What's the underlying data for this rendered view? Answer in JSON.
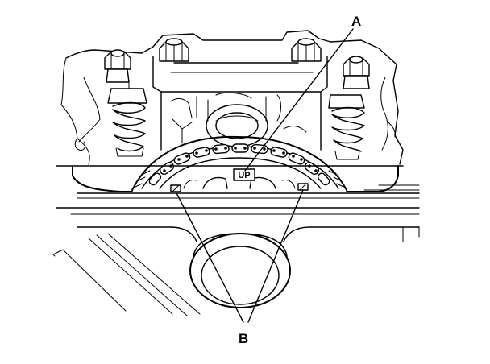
{
  "callouts": {
    "a": {
      "label": "A"
    },
    "b": {
      "label": "B"
    }
  },
  "sprocket": {
    "mark_text": "UP"
  },
  "colors": {
    "line": "#000000",
    "background": "#ffffff"
  }
}
